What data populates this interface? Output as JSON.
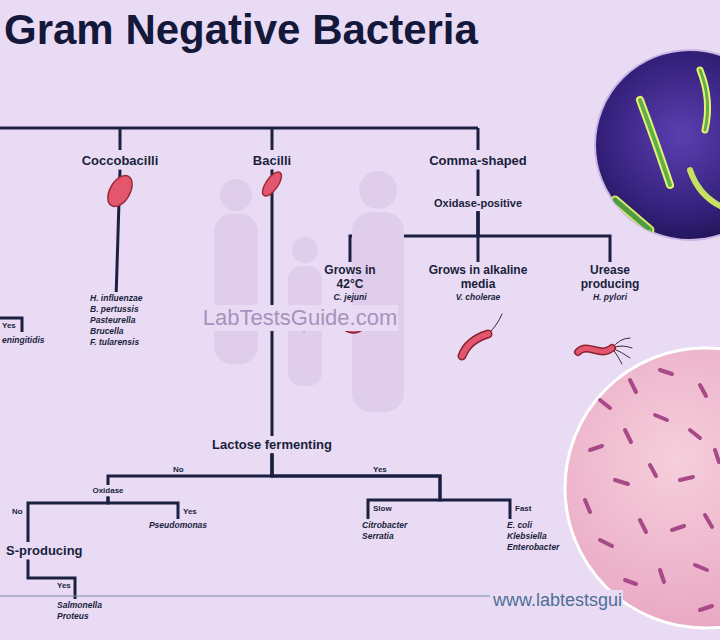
{
  "diagram": {
    "title": "Gram Negative Bacteria",
    "nodes": [
      {
        "text": [
          "Coccobacilli"
        ]
      },
      {
        "text": [
          "Bacilli"
        ]
      },
      {
        "text": [
          "Comma-shaped"
        ]
      },
      {
        "text": [
          "H. influenzae",
          "B. pertussis",
          "Pasteurella",
          "Brucella",
          "F. tularensis"
        ]
      },
      {
        "text": [
          "Oxidase-positive"
        ]
      },
      {
        "text": [
          "Grows in 42°C",
          "C. jejuni"
        ]
      },
      {
        "text": [
          "Grows in alkaline media",
          "V. cholerae"
        ]
      },
      {
        "text": [
          "Urease producing",
          "H. pylori"
        ]
      },
      {
        "text": [
          "Lactose fermenting"
        ]
      },
      {
        "text": [
          "Oxidase"
        ]
      },
      {
        "text": [
          "Pseudomonas"
        ]
      },
      {
        "text": [
          "Citrobacter",
          "Serratia"
        ]
      },
      {
        "text": [
          "E. coli",
          "Klebsiella",
          "Enterobacter"
        ]
      },
      {
        "text": [
          "S-producing"
        ]
      },
      {
        "text": [
          "Salmonella",
          "Proteus"
        ]
      }
    ],
    "edges": [
      {
        "from": 0,
        "to": 3,
        "arrow": "none"
      },
      {
        "from": 2,
        "to": 4,
        "arrow": "none"
      },
      {
        "from": 4,
        "to": 5,
        "arrow": "none"
      },
      {
        "from": 4,
        "to": 6,
        "arrow": "none"
      },
      {
        "from": 4,
        "to": 7,
        "arrow": "none"
      },
      {
        "from": 1,
        "to": 8,
        "arrow": "none"
      },
      {
        "from": 8,
        "to": 9,
        "label": "No",
        "arrow": "none"
      },
      {
        "from": 8,
        "to": 11,
        "label": "Slow",
        "arrow": "none"
      },
      {
        "from": 8,
        "to": 12,
        "label": "Fast",
        "arrow": "none"
      },
      {
        "from": 9,
        "to": 13,
        "label": "No",
        "arrow": "none"
      },
      {
        "from": 9,
        "to": 10,
        "label": "Yes",
        "arrow": "none"
      },
      {
        "from": 13,
        "to": 14,
        "label": "Yes",
        "arrow": "none"
      }
    ],
    "labels": [
      "Yes",
      "eningitidis",
      "LabTestsGuide.com",
      "Yes",
      "www.labtestsgui"
    ]
  }
}
